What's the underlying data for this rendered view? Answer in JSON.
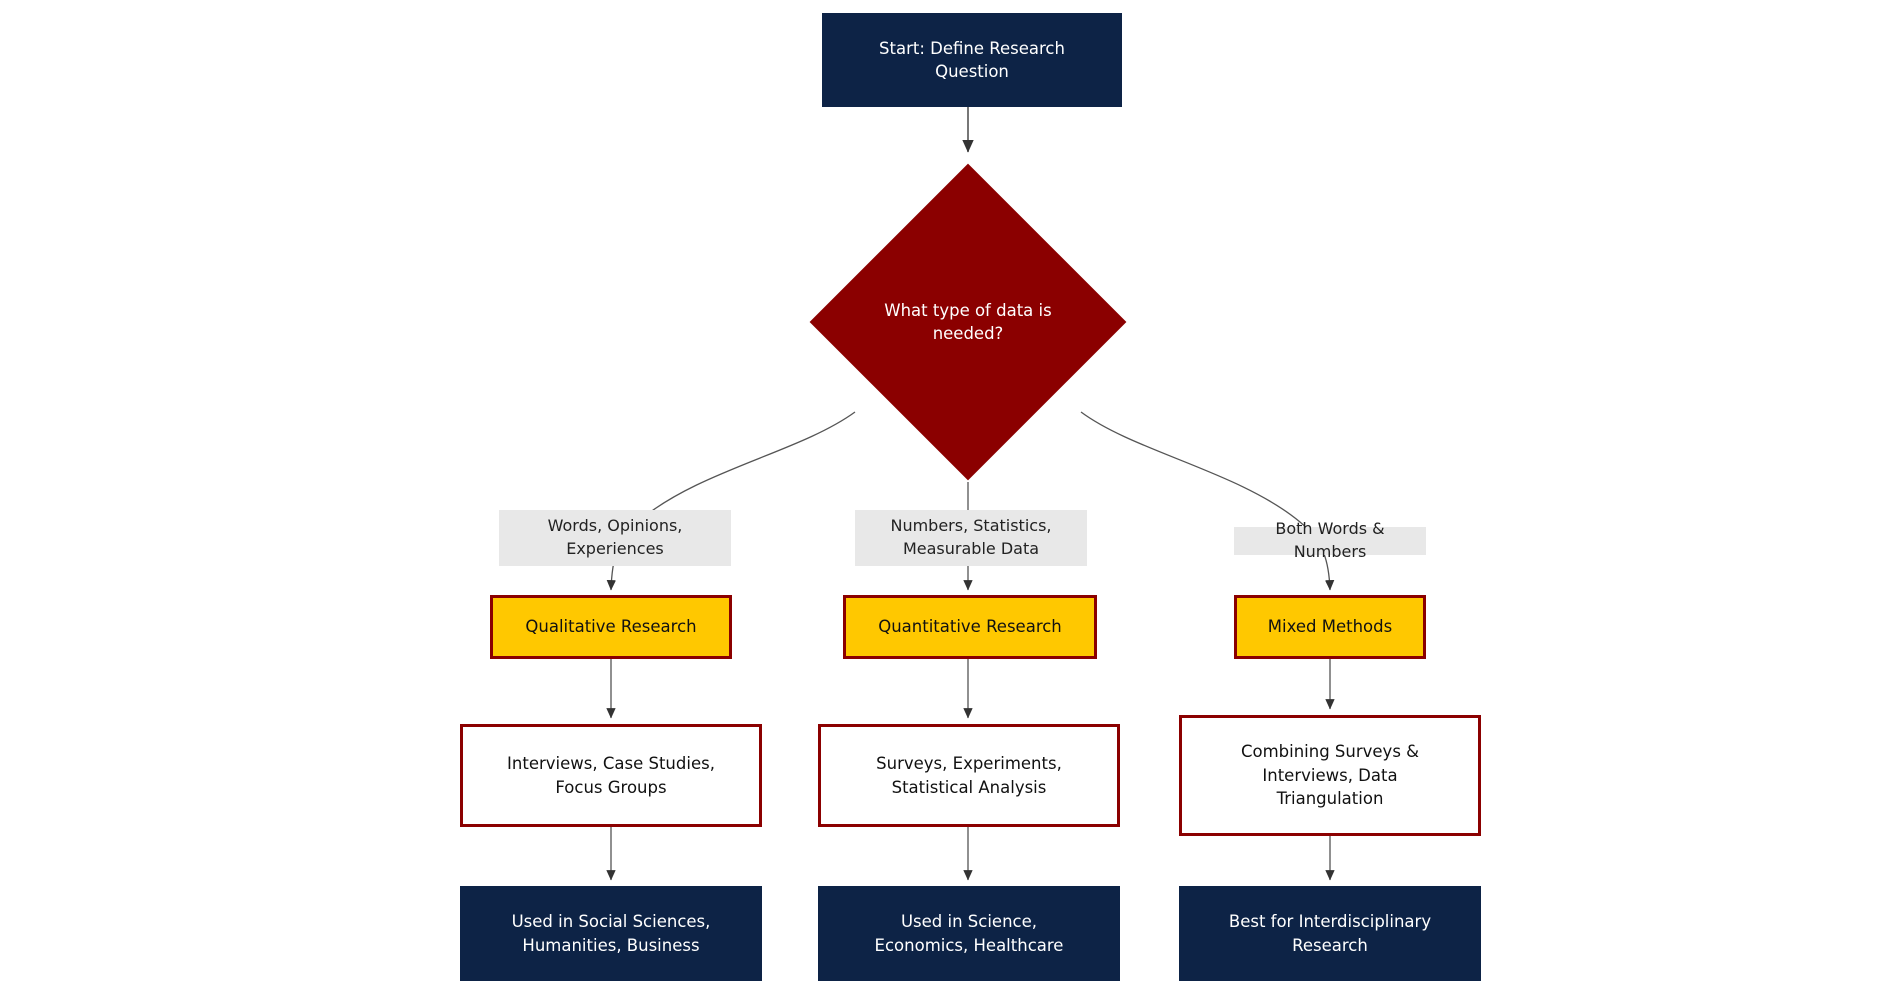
{
  "diagram": {
    "title": "Research Methodology Decision Flowchart",
    "colors": {
      "navy": "#0d2346",
      "dark_red": "#8b0000",
      "yellow": "#ffc800",
      "white": "#ffffff",
      "edge_label_bg": "#e8e8e8",
      "edge_stroke": "#333333"
    },
    "nodes": {
      "start": {
        "label": "Start: Define Research\nQuestion",
        "shape": "rectangle",
        "style": "navy"
      },
      "decision": {
        "label": "What type of data is\nneeded?",
        "shape": "diamond",
        "style": "dark-red"
      },
      "qualitative": {
        "label": "Qualitative Research",
        "shape": "rectangle",
        "style": "yellow"
      },
      "quantitative": {
        "label": "Quantitative Research",
        "shape": "rectangle",
        "style": "yellow"
      },
      "mixed": {
        "label": "Mixed Methods",
        "shape": "rectangle",
        "style": "yellow"
      },
      "qual_methods": {
        "label": "Interviews, Case Studies,\nFocus Groups",
        "shape": "rectangle",
        "style": "white"
      },
      "quant_methods": {
        "label": "Surveys, Experiments,\nStatistical Analysis",
        "shape": "rectangle",
        "style": "white"
      },
      "mixed_methods": {
        "label": "Combining Surveys &\nInterviews, Data\nTriangulation",
        "shape": "rectangle",
        "style": "white"
      },
      "qual_use": {
        "label": "Used in Social Sciences,\nHumanities, Business",
        "shape": "rectangle",
        "style": "navy"
      },
      "quant_use": {
        "label": "Used in Science,\nEconomics, Healthcare",
        "shape": "rectangle",
        "style": "navy"
      },
      "mixed_use": {
        "label": "Best for Interdisciplinary\nResearch",
        "shape": "rectangle",
        "style": "navy"
      }
    },
    "edge_labels": {
      "qualitative_branch": "Words, Opinions,\nExperiences",
      "quantitative_branch": "Numbers, Statistics,\nMeasurable Data",
      "mixed_branch": "Both Words & Numbers"
    }
  }
}
